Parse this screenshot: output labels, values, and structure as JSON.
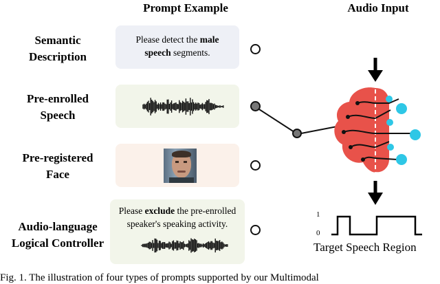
{
  "header": {
    "prompt_example": "Prompt Example",
    "audio_input": "Audio Input"
  },
  "rows": [
    {
      "label_line1": "Semantic",
      "label_line2": "Description"
    },
    {
      "label_line1": "Pre-enrolled",
      "label_line2": "Speech"
    },
    {
      "label_line1": "Pre-registered",
      "label_line2": "Face"
    },
    {
      "label_line1": "Audio-language",
      "label_line2": "Logical Controller"
    }
  ],
  "semantic_prompt": {
    "pre": "Please detect the ",
    "bold1": "male",
    "bold2": "speech",
    "post": " segments."
  },
  "logical_prompt": {
    "pre": "Please ",
    "bold": "exclude",
    "mid": " the pre-enrolled",
    "line2": "speaker's speaking activity."
  },
  "target": {
    "y_high": "1",
    "y_low": "0",
    "label": "Target Speech Region"
  },
  "caption": "Fig. 1.  The illustration of four types of prompts supported by our Multimodal",
  "colors": {
    "semantic_bg": "#eef0f6",
    "speech_bg": "#f2f5ea",
    "face_bg": "#fbf1ea",
    "logical_bg": "#f2f5ea",
    "brain_red": "#e8524a",
    "brain_cyan": "#2ec7e6"
  }
}
